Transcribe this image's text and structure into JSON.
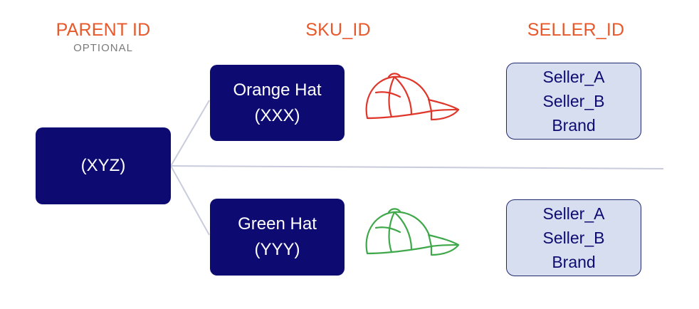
{
  "headers": {
    "parent": "PARENT ID",
    "parent_sub": "OPTIONAL",
    "sku": "SKU_ID",
    "seller": "SELLER_ID"
  },
  "parent": {
    "label": "(XYZ)"
  },
  "skus": [
    {
      "name": "Orange Hat",
      "code": "(XXX)",
      "hat_icon": "cap-icon",
      "hat_color": "#e0362a",
      "sellers": [
        "Seller_A",
        "Seller_B",
        "Brand"
      ]
    },
    {
      "name": "Green Hat",
      "code": "(YYY)",
      "hat_icon": "cap-icon",
      "hat_color": "#3fa84a",
      "sellers": [
        "Seller_A",
        "Seller_B",
        "Brand"
      ]
    }
  ],
  "colors": {
    "header": "#e8582a",
    "dark_box": "#0d0b72",
    "seller_box_fill": "#d6def0",
    "connector": "#c9ccdc"
  }
}
